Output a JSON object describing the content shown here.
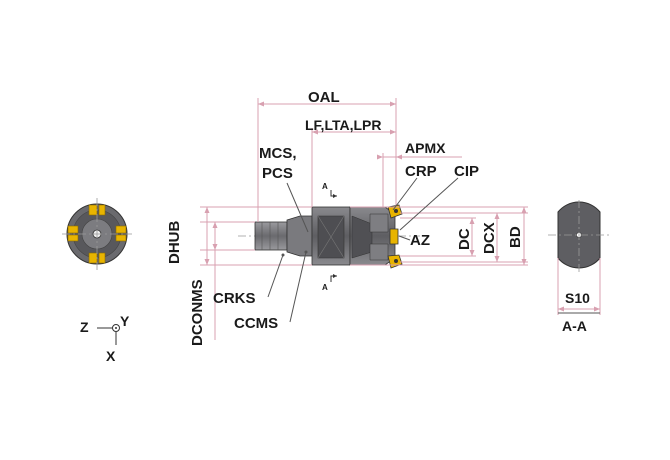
{
  "labels": {
    "oal": "OAL",
    "lf": "LF,LTA,LPR",
    "apmx": "APMX",
    "mcs": "MCS,",
    "pcs": "PCS",
    "crp": "CRP",
    "cip": "CIP",
    "az": "AZ",
    "dc": "DC",
    "dcx": "DCX",
    "bd": "BD",
    "dhub": "DHUB",
    "dconms": "DCONMS",
    "crks": "CRKS",
    "ccms": "CCMS",
    "s10": "S10",
    "section": "A-A",
    "section_mark_top": "A",
    "section_mark_bottom": "A",
    "axis_z": "Z",
    "axis_y": "Y",
    "axis_x": "X"
  },
  "colors": {
    "tool_body": "#6e6e72",
    "tool_dark": "#4a4a4e",
    "insert": "#e8b400",
    "dimension_line": "#d8a0b0",
    "text": "#1a1a1a"
  }
}
